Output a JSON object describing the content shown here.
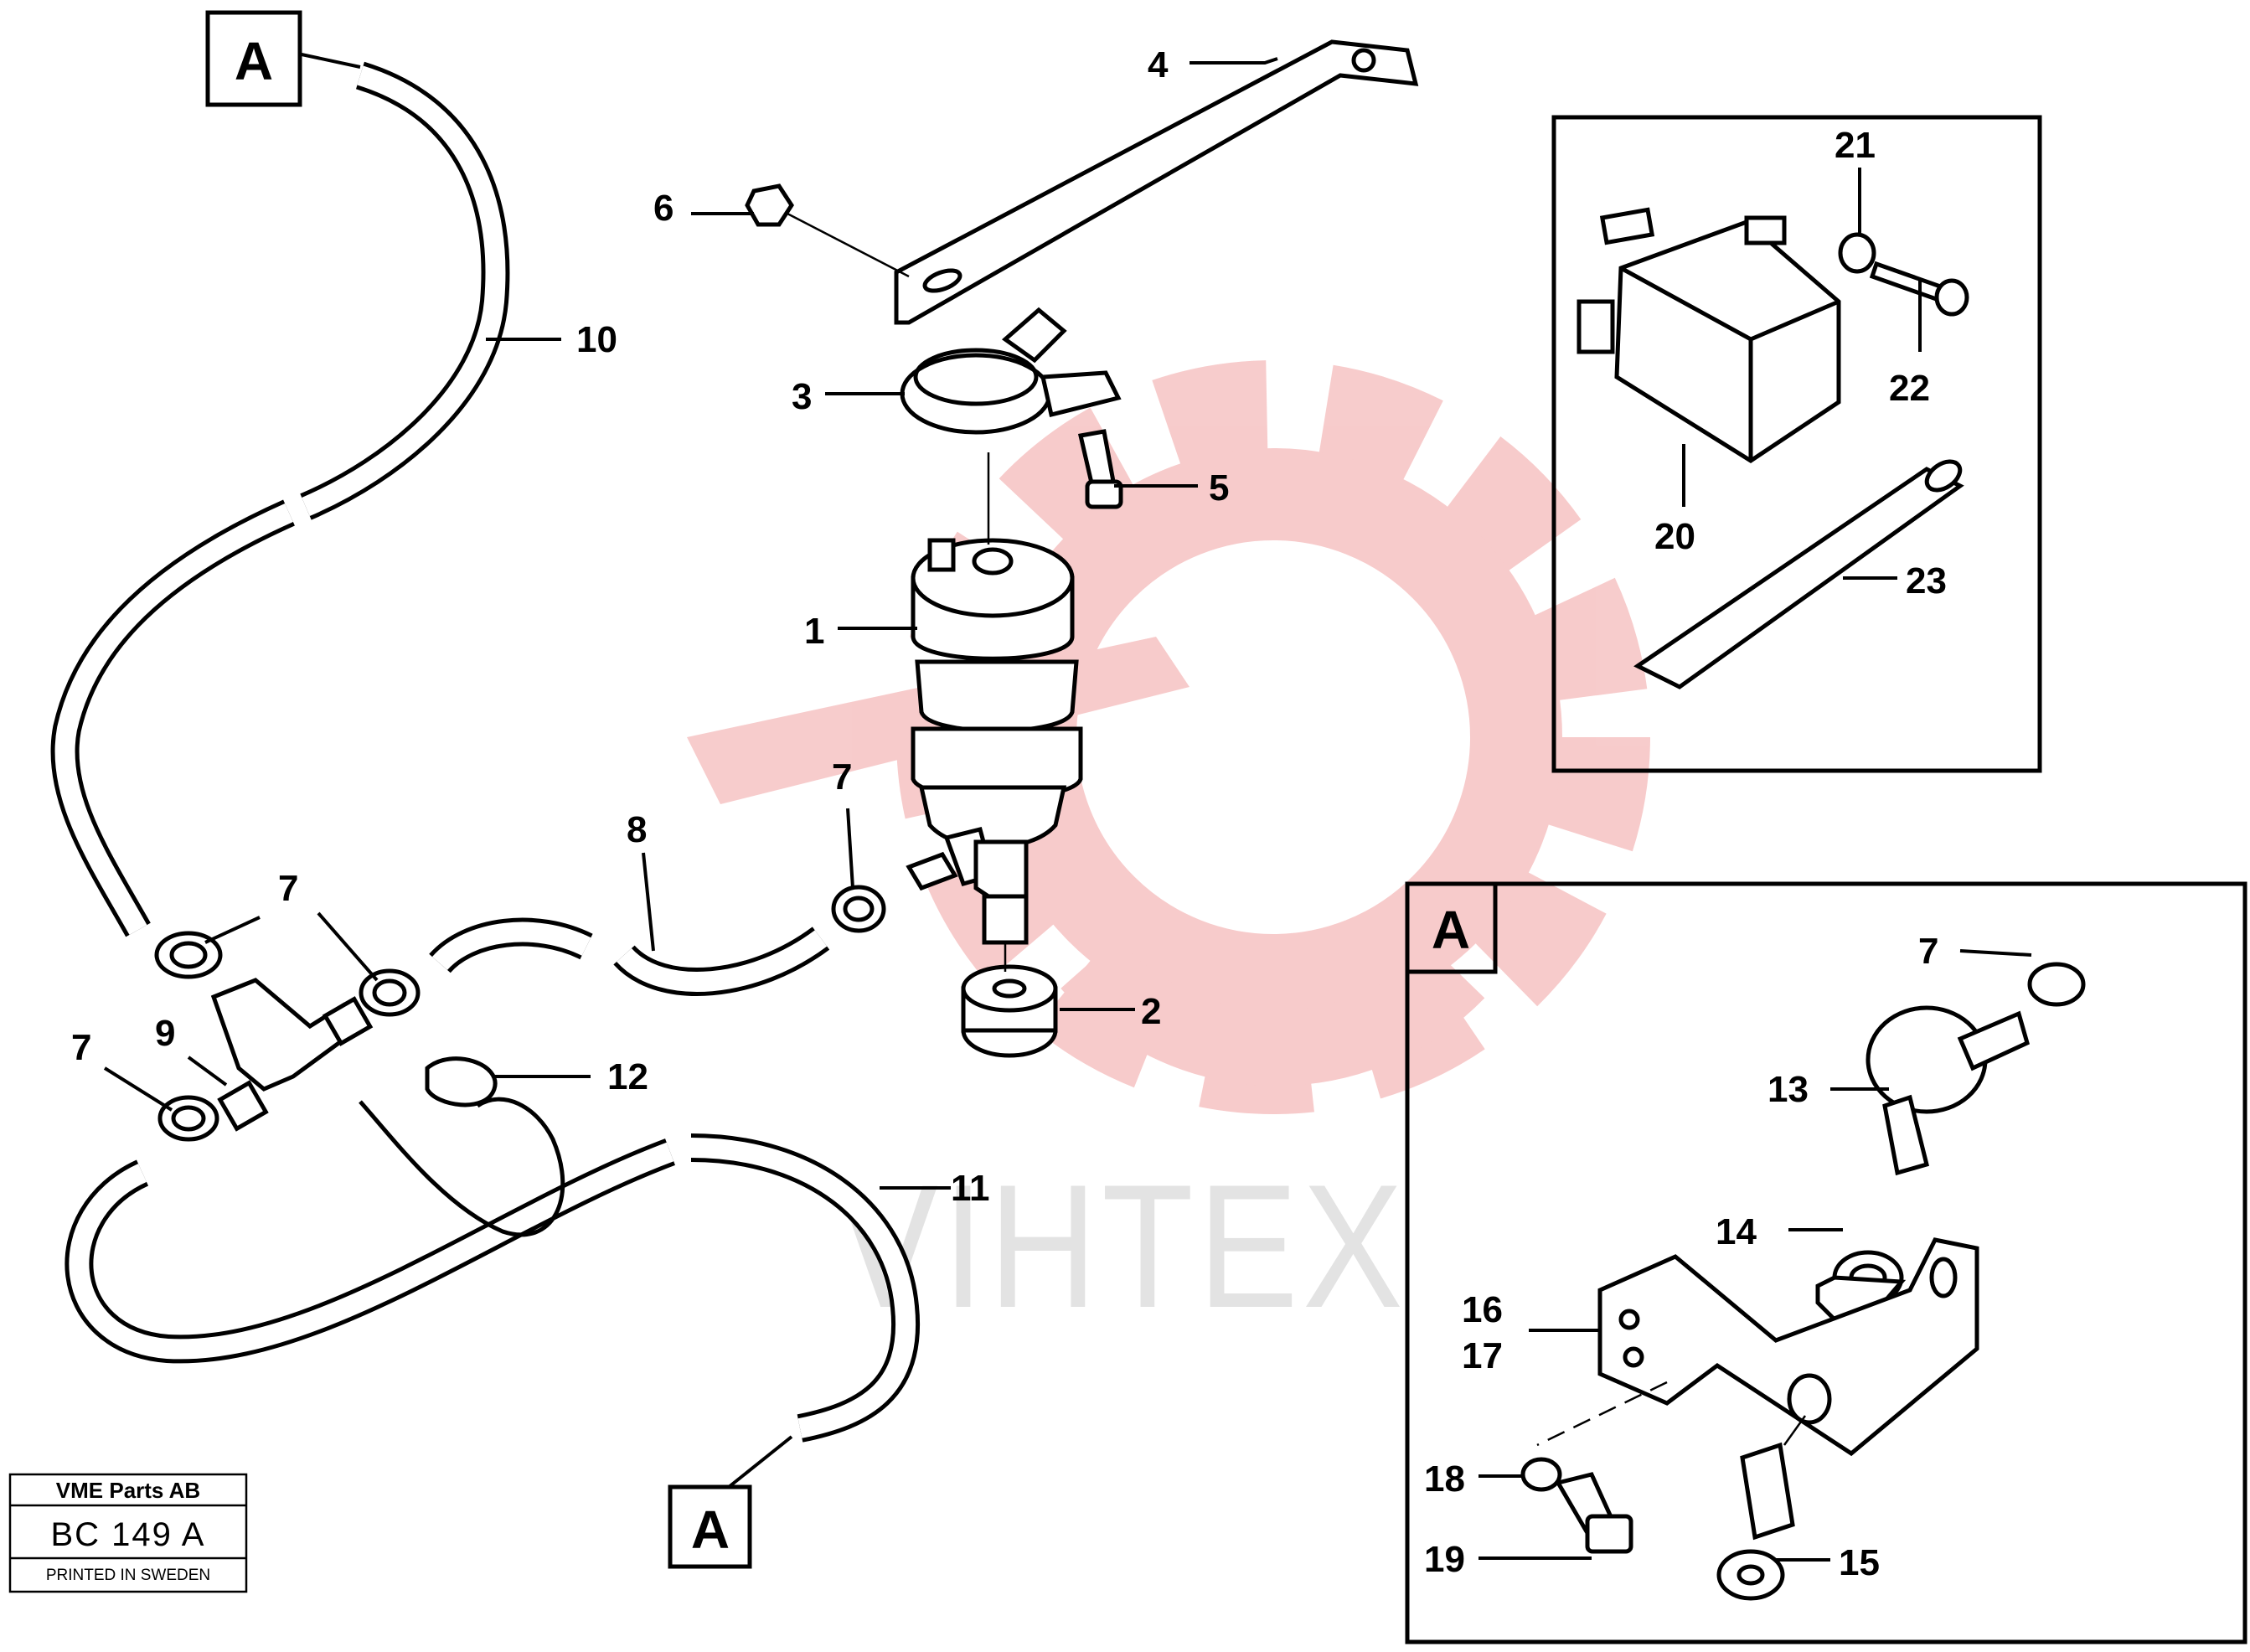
{
  "watermark": {
    "text": "VIHTEX",
    "gear_color": "#f7c9c9"
  },
  "reference_marks": {
    "letter": "A"
  },
  "callouts": [
    {
      "id": "1",
      "label": "1"
    },
    {
      "id": "2",
      "label": "2"
    },
    {
      "id": "3",
      "label": "3"
    },
    {
      "id": "4",
      "label": "4"
    },
    {
      "id": "5",
      "label": "5"
    },
    {
      "id": "6",
      "label": "6"
    },
    {
      "id": "7",
      "label": "7"
    },
    {
      "id": "8",
      "label": "8"
    },
    {
      "id": "9",
      "label": "9"
    },
    {
      "id": "10",
      "label": "10"
    },
    {
      "id": "11",
      "label": "11"
    },
    {
      "id": "12",
      "label": "12"
    },
    {
      "id": "13",
      "label": "13"
    },
    {
      "id": "14",
      "label": "14"
    },
    {
      "id": "15",
      "label": "15"
    },
    {
      "id": "16",
      "label": "16"
    },
    {
      "id": "17",
      "label": "17"
    },
    {
      "id": "18",
      "label": "18"
    },
    {
      "id": "19",
      "label": "19"
    },
    {
      "id": "20",
      "label": "20"
    },
    {
      "id": "21",
      "label": "21"
    },
    {
      "id": "22",
      "label": "22"
    },
    {
      "id": "23",
      "label": "23"
    }
  ],
  "title_plate": {
    "company": "VME Parts AB",
    "drawing_number": "BC 149 A",
    "footer": "PRINTED IN SWEDEN"
  }
}
